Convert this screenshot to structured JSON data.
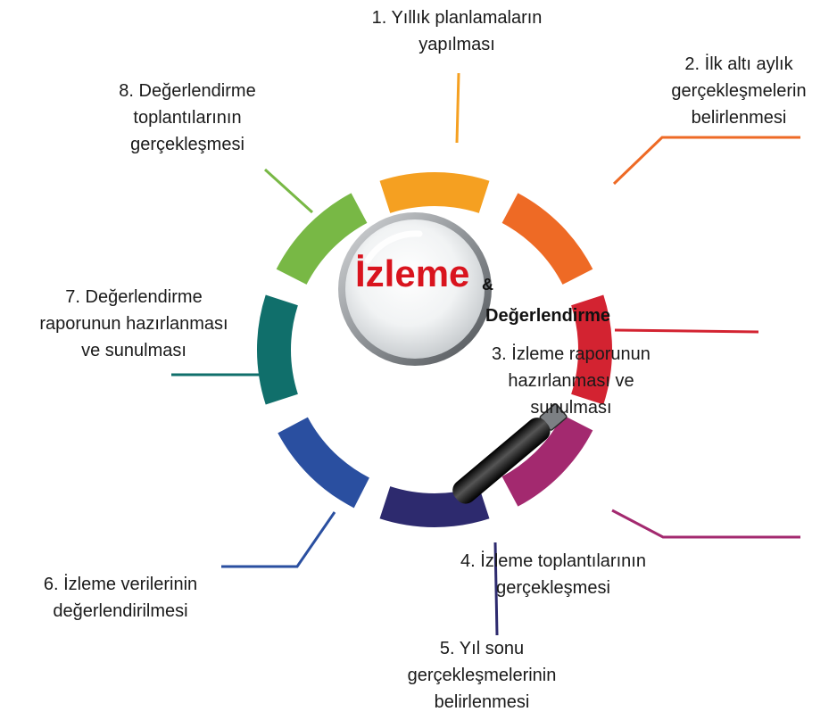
{
  "center": {
    "title": "İzleme",
    "ampersand": "&",
    "subtitle": "Değerlendirme"
  },
  "colors": {
    "title": "#d9141e",
    "step1": "#f5a021",
    "step2": "#ee6a25",
    "step3": "#d32331",
    "step4": "#a3296f",
    "step5": "#2d2a6e",
    "step6": "#2a4fa0",
    "step7": "#106f6b",
    "step8": "#78b845"
  },
  "steps": [
    {
      "id": "step-1",
      "lines": [
        "1. Yıllık planlamaların",
        "yapılması"
      ]
    },
    {
      "id": "step-2",
      "lines": [
        "2. İlk altı aylık",
        "gerçekleşmelerin",
        "belirlenmesi"
      ]
    },
    {
      "id": "step-3",
      "lines": [
        "3. İzleme raporunun",
        "hazırlanması ve",
        "sunulması"
      ]
    },
    {
      "id": "step-4",
      "lines": [
        "4. İzleme toplantılarının",
        "gerçekleşmesi"
      ]
    },
    {
      "id": "step-5",
      "lines": [
        "5. Yıl sonu",
        "gerçekleşmelerinin",
        "belirlenmesi"
      ]
    },
    {
      "id": "step-6",
      "lines": [
        "6. İzleme verilerinin",
        "değerlendirilmesi"
      ]
    },
    {
      "id": "step-7",
      "lines": [
        "7. Değerlendirme",
        "raporunun hazırlanması",
        "ve sunulması"
      ]
    },
    {
      "id": "step-8",
      "lines": [
        "8. Değerlendirme",
        "toplantılarının",
        "gerçekleşmesi"
      ]
    }
  ]
}
